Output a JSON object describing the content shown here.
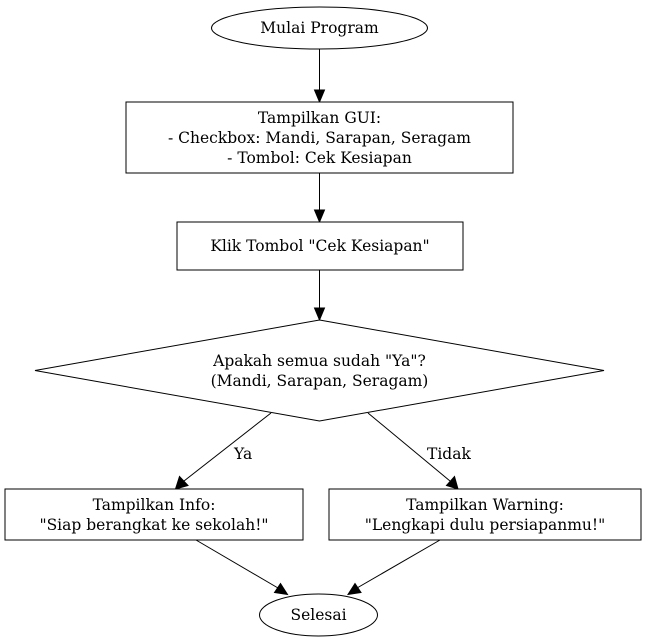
{
  "nodes": {
    "start": {
      "text": "Mulai Program"
    },
    "show_gui": {
      "lines": [
        "Tampilkan GUI:",
        "- Checkbox: Mandi, Sarapan, Seragam",
        "- Tombol: Cek Kesiapan"
      ]
    },
    "click_button": {
      "text": "Klik Tombol \"Cek Kesiapan\""
    },
    "decision": {
      "lines": [
        "Apakah semua sudah \"Ya\"?",
        "(Mandi, Sarapan, Seragam)"
      ]
    },
    "show_info": {
      "lines": [
        "Tampilkan Info:",
        "\"Siap berangkat ke sekolah!\""
      ]
    },
    "show_warning": {
      "lines": [
        "Tampilkan Warning:",
        "\"Lengkapi dulu persiapanmu!\""
      ]
    },
    "end": {
      "text": "Selesai"
    }
  },
  "edges": {
    "yes_label": "Ya",
    "no_label": "Tidak"
  }
}
